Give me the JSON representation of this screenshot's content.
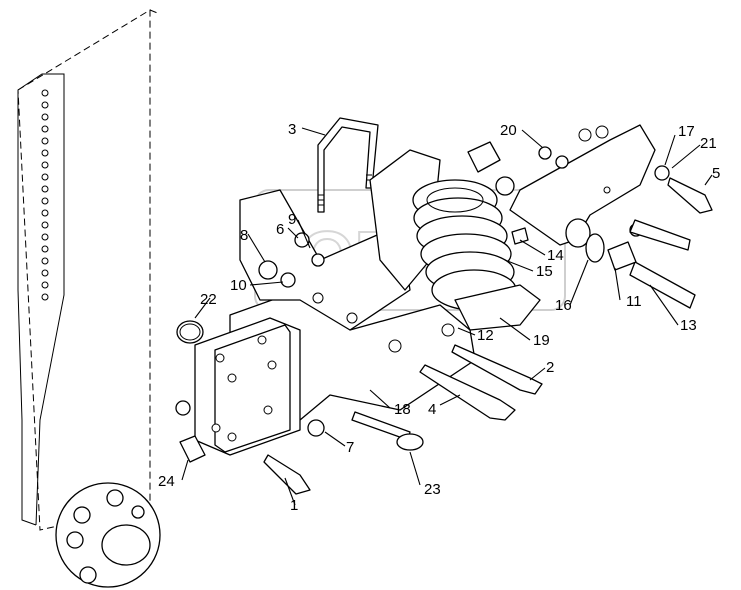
{
  "callouts": [
    {
      "id": "c1",
      "label": "1"
    },
    {
      "id": "c2",
      "label": "2"
    },
    {
      "id": "c3",
      "label": "3"
    },
    {
      "id": "c4",
      "label": "4"
    },
    {
      "id": "c5",
      "label": "5"
    },
    {
      "id": "c6",
      "label": "6"
    },
    {
      "id": "c7",
      "label": "7"
    },
    {
      "id": "c8",
      "label": "8"
    },
    {
      "id": "c9",
      "label": "9"
    },
    {
      "id": "c10",
      "label": "10"
    },
    {
      "id": "c11",
      "label": "11"
    },
    {
      "id": "c12",
      "label": "12"
    },
    {
      "id": "c13",
      "label": "13"
    },
    {
      "id": "c14",
      "label": "14"
    },
    {
      "id": "c15",
      "label": "15"
    },
    {
      "id": "c16",
      "label": "16"
    },
    {
      "id": "c17",
      "label": "17"
    },
    {
      "id": "c18",
      "label": "18"
    },
    {
      "id": "c19",
      "label": "19"
    },
    {
      "id": "c20",
      "label": "20"
    },
    {
      "id": "c21",
      "label": "21"
    },
    {
      "id": "c22",
      "label": "22"
    },
    {
      "id": "c23",
      "label": "23"
    },
    {
      "id": "c24",
      "label": "24"
    }
  ],
  "colors": {
    "line": "#000000",
    "background": "#ffffff",
    "watermark": "#cfcfcf"
  }
}
